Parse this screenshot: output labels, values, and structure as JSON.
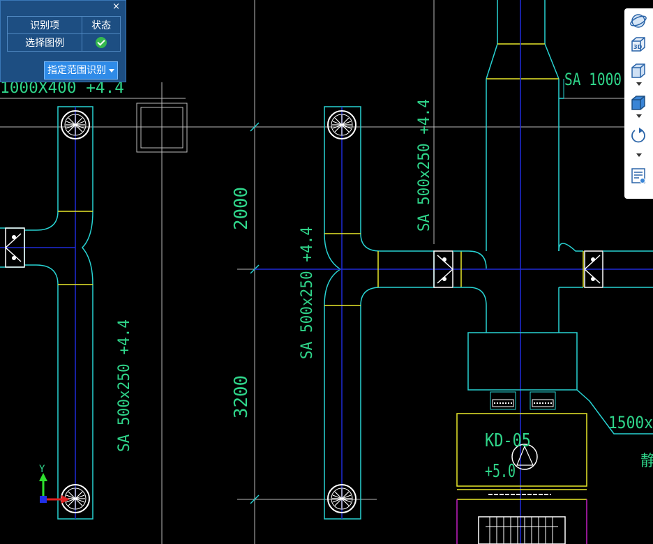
{
  "panel": {
    "close_label": "×",
    "header_col1": "识别项",
    "header_col2": "状态",
    "row1_label": "选择图例",
    "range_button_label": "指定范围识别"
  },
  "drawing": {
    "labels": {
      "top_left_dim": "1000X400 +4.4",
      "left_duct": "SA 500x250 +4.4",
      "mid_duct": "SA 500x250 +4.4",
      "right_duct": "SA 500x250 +4.4",
      "top_right_duct": "SA 1000",
      "dim_2000": "2000",
      "dim_3200": "3200",
      "equip_id": "KD-05",
      "equip_elev": "+5.0",
      "right_dim": "1500x",
      "right_char": "静",
      "axis_y": "Y"
    },
    "colors": {
      "duct": "#28d2d2",
      "centerline": "#1f2bd8",
      "yellow": "#e8e82a",
      "text": "#2fd58a",
      "grid": "#b9b9b9",
      "magenta": "#c21fc2"
    }
  },
  "viewbar": {
    "tools": [
      "orbit-icon",
      "3d-view-icon",
      "view-cube-icon",
      "display-cube-icon",
      "rotate-icon",
      "properties-icon"
    ]
  }
}
